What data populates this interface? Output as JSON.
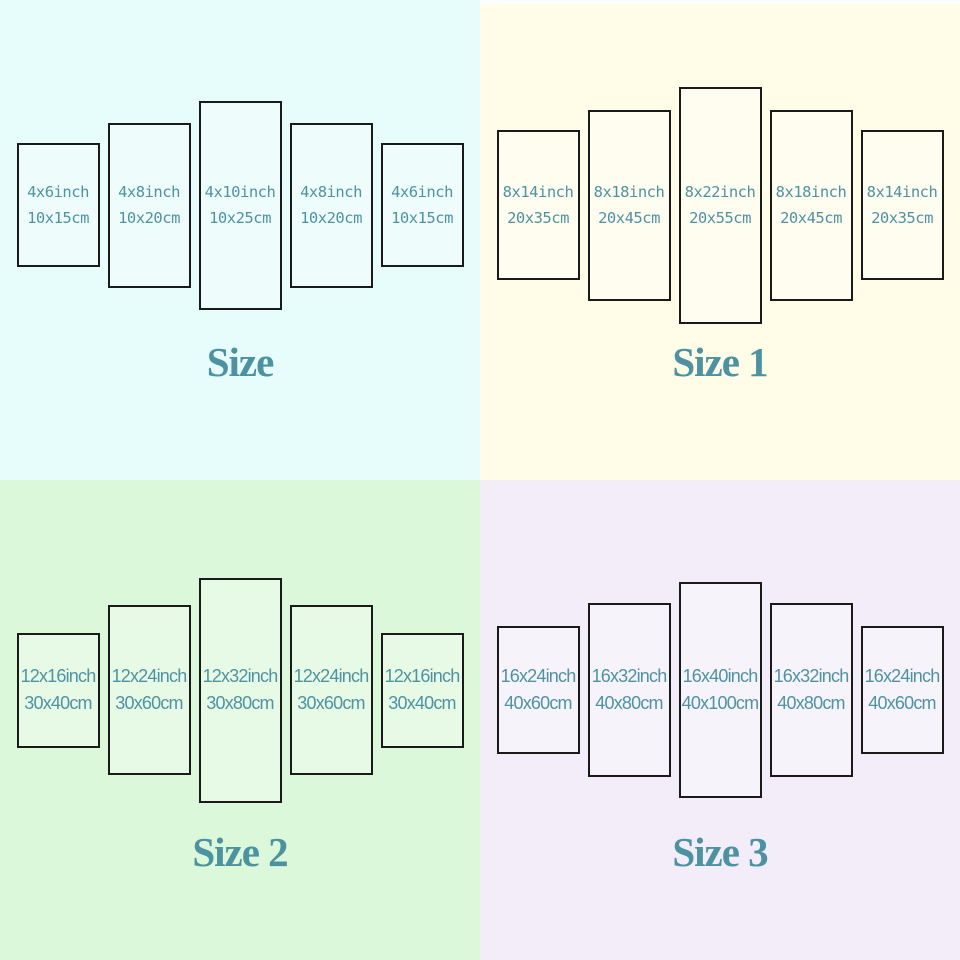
{
  "colors": {
    "panel_text": "#4e93a3",
    "title_text": "#4d92a1",
    "panel_border": "#1a1a1a",
    "quadrant_backgrounds": [
      "#e6fdfb",
      "#fffce8",
      "#dcf8da",
      "#f2edf9"
    ]
  },
  "quadrants": [
    {
      "title": "Size",
      "background": "#e6fdfb",
      "panels": [
        {
          "inch": "4x6inch",
          "cm": "10x15cm",
          "size": "small"
        },
        {
          "inch": "4x8inch",
          "cm": "10x20cm",
          "size": "medium"
        },
        {
          "inch": "4x10inch",
          "cm": "10x25cm",
          "size": "large"
        },
        {
          "inch": "4x8inch",
          "cm": "10x20cm",
          "size": "medium"
        },
        {
          "inch": "4x6inch",
          "cm": "10x15cm",
          "size": "small"
        }
      ]
    },
    {
      "title": "Size 1",
      "background": "#fffce8",
      "panels": [
        {
          "inch": "8x14inch",
          "cm": "20x35cm",
          "size": "small"
        },
        {
          "inch": "8x18inch",
          "cm": "20x45cm",
          "size": "medium"
        },
        {
          "inch": "8x22inch",
          "cm": "20x55cm",
          "size": "large"
        },
        {
          "inch": "8x18inch",
          "cm": "20x45cm",
          "size": "medium"
        },
        {
          "inch": "8x14inch",
          "cm": "20x35cm",
          "size": "small"
        }
      ]
    },
    {
      "title": "Size 2",
      "background": "#dcf8da",
      "panels": [
        {
          "inch": "12x16inch",
          "cm": "30x40cm",
          "size": "small"
        },
        {
          "inch": "12x24inch",
          "cm": "30x60cm",
          "size": "medium"
        },
        {
          "inch": "12x32inch",
          "cm": "30x80cm",
          "size": "large"
        },
        {
          "inch": "12x24inch",
          "cm": "30x60cm",
          "size": "medium"
        },
        {
          "inch": "12x16inch",
          "cm": "30x40cm",
          "size": "small"
        }
      ]
    },
    {
      "title": "Size 3",
      "background": "#f2edf9",
      "panels": [
        {
          "inch": "16x24inch",
          "cm": "40x60cm",
          "size": "small"
        },
        {
          "inch": "16x32inch",
          "cm": "40x80cm",
          "size": "medium"
        },
        {
          "inch": "16x40inch",
          "cm": "40x100cm",
          "size": "large"
        },
        {
          "inch": "16x32inch",
          "cm": "40x80cm",
          "size": "medium"
        },
        {
          "inch": "16x24inch",
          "cm": "40x60cm",
          "size": "small"
        }
      ]
    }
  ]
}
